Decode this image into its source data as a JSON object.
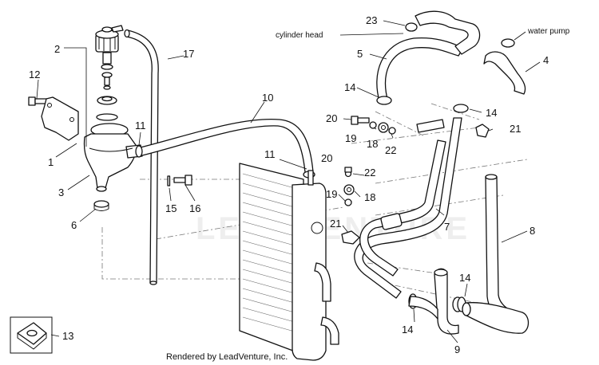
{
  "callouts": {
    "c1": "1",
    "c2": "2",
    "c3": "3",
    "c4": "4",
    "c5": "5",
    "c6": "6",
    "c7": "7",
    "c8": "8",
    "c9": "9",
    "c10": "10",
    "c11a": "11",
    "c11b": "11",
    "c12": "12",
    "c13": "13",
    "c14a": "14",
    "c14b": "14",
    "c14c": "14",
    "c14d": "14",
    "c15": "15",
    "c16": "16",
    "c17": "17",
    "c18a": "18",
    "c18b": "18",
    "c19a": "19",
    "c19b": "19",
    "c20a": "20",
    "c20b": "20",
    "c21a": "21",
    "c21b": "21",
    "c22a": "22",
    "c22b": "22",
    "c23": "23"
  },
  "labels": {
    "cylinder_head": "cylinder head",
    "water_pump": "water pump"
  },
  "watermark": "LEADVENTURE",
  "footer": "Rendered by LeadVenture, Inc."
}
